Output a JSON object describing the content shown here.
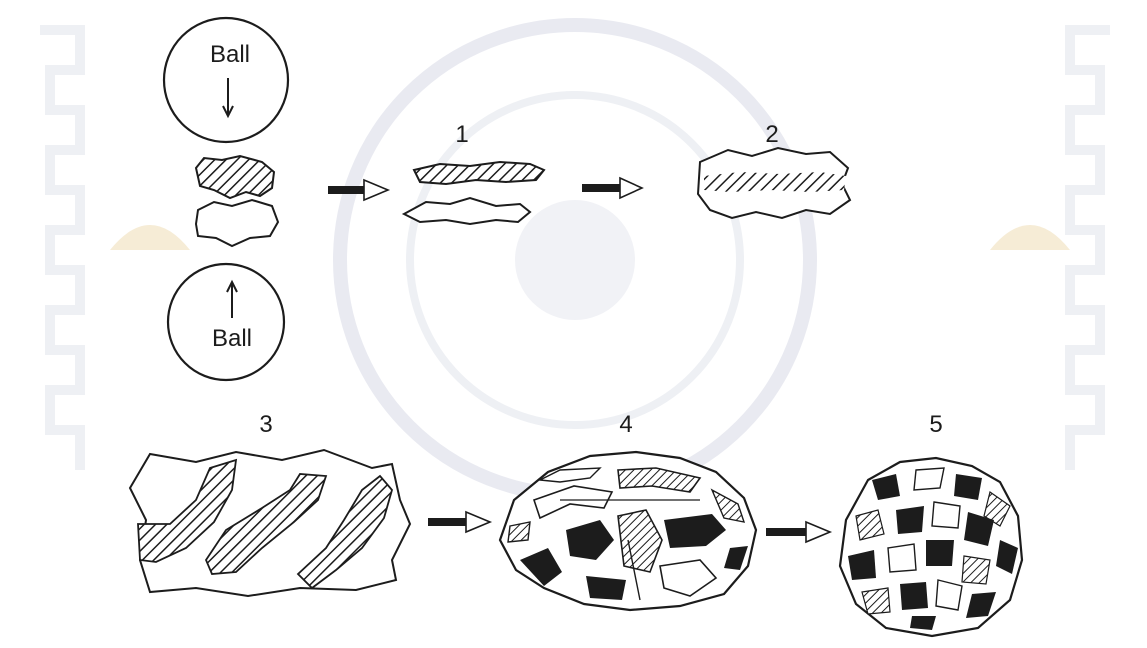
{
  "diagram": {
    "ball_top_label": "Ball",
    "ball_bottom_label": "Ball",
    "stage_labels": [
      "1",
      "2",
      "3",
      "4",
      "5"
    ],
    "ink_color": "#1c1c1c",
    "watermark_color": "#e9eaf1",
    "watermark_accent_color": "#f6ecd6"
  }
}
